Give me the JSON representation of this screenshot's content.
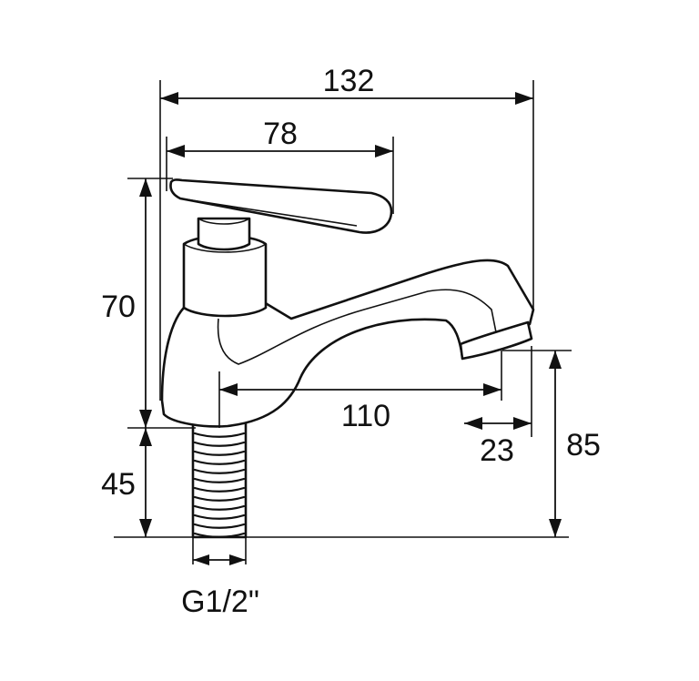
{
  "dimensions": {
    "overall_width": "132",
    "handle_length": "78",
    "body_height": "70",
    "spout_reach": "110",
    "outlet_width": "23",
    "outlet_height": "85",
    "shank_length": "45",
    "thread_size": "G1/2\""
  }
}
